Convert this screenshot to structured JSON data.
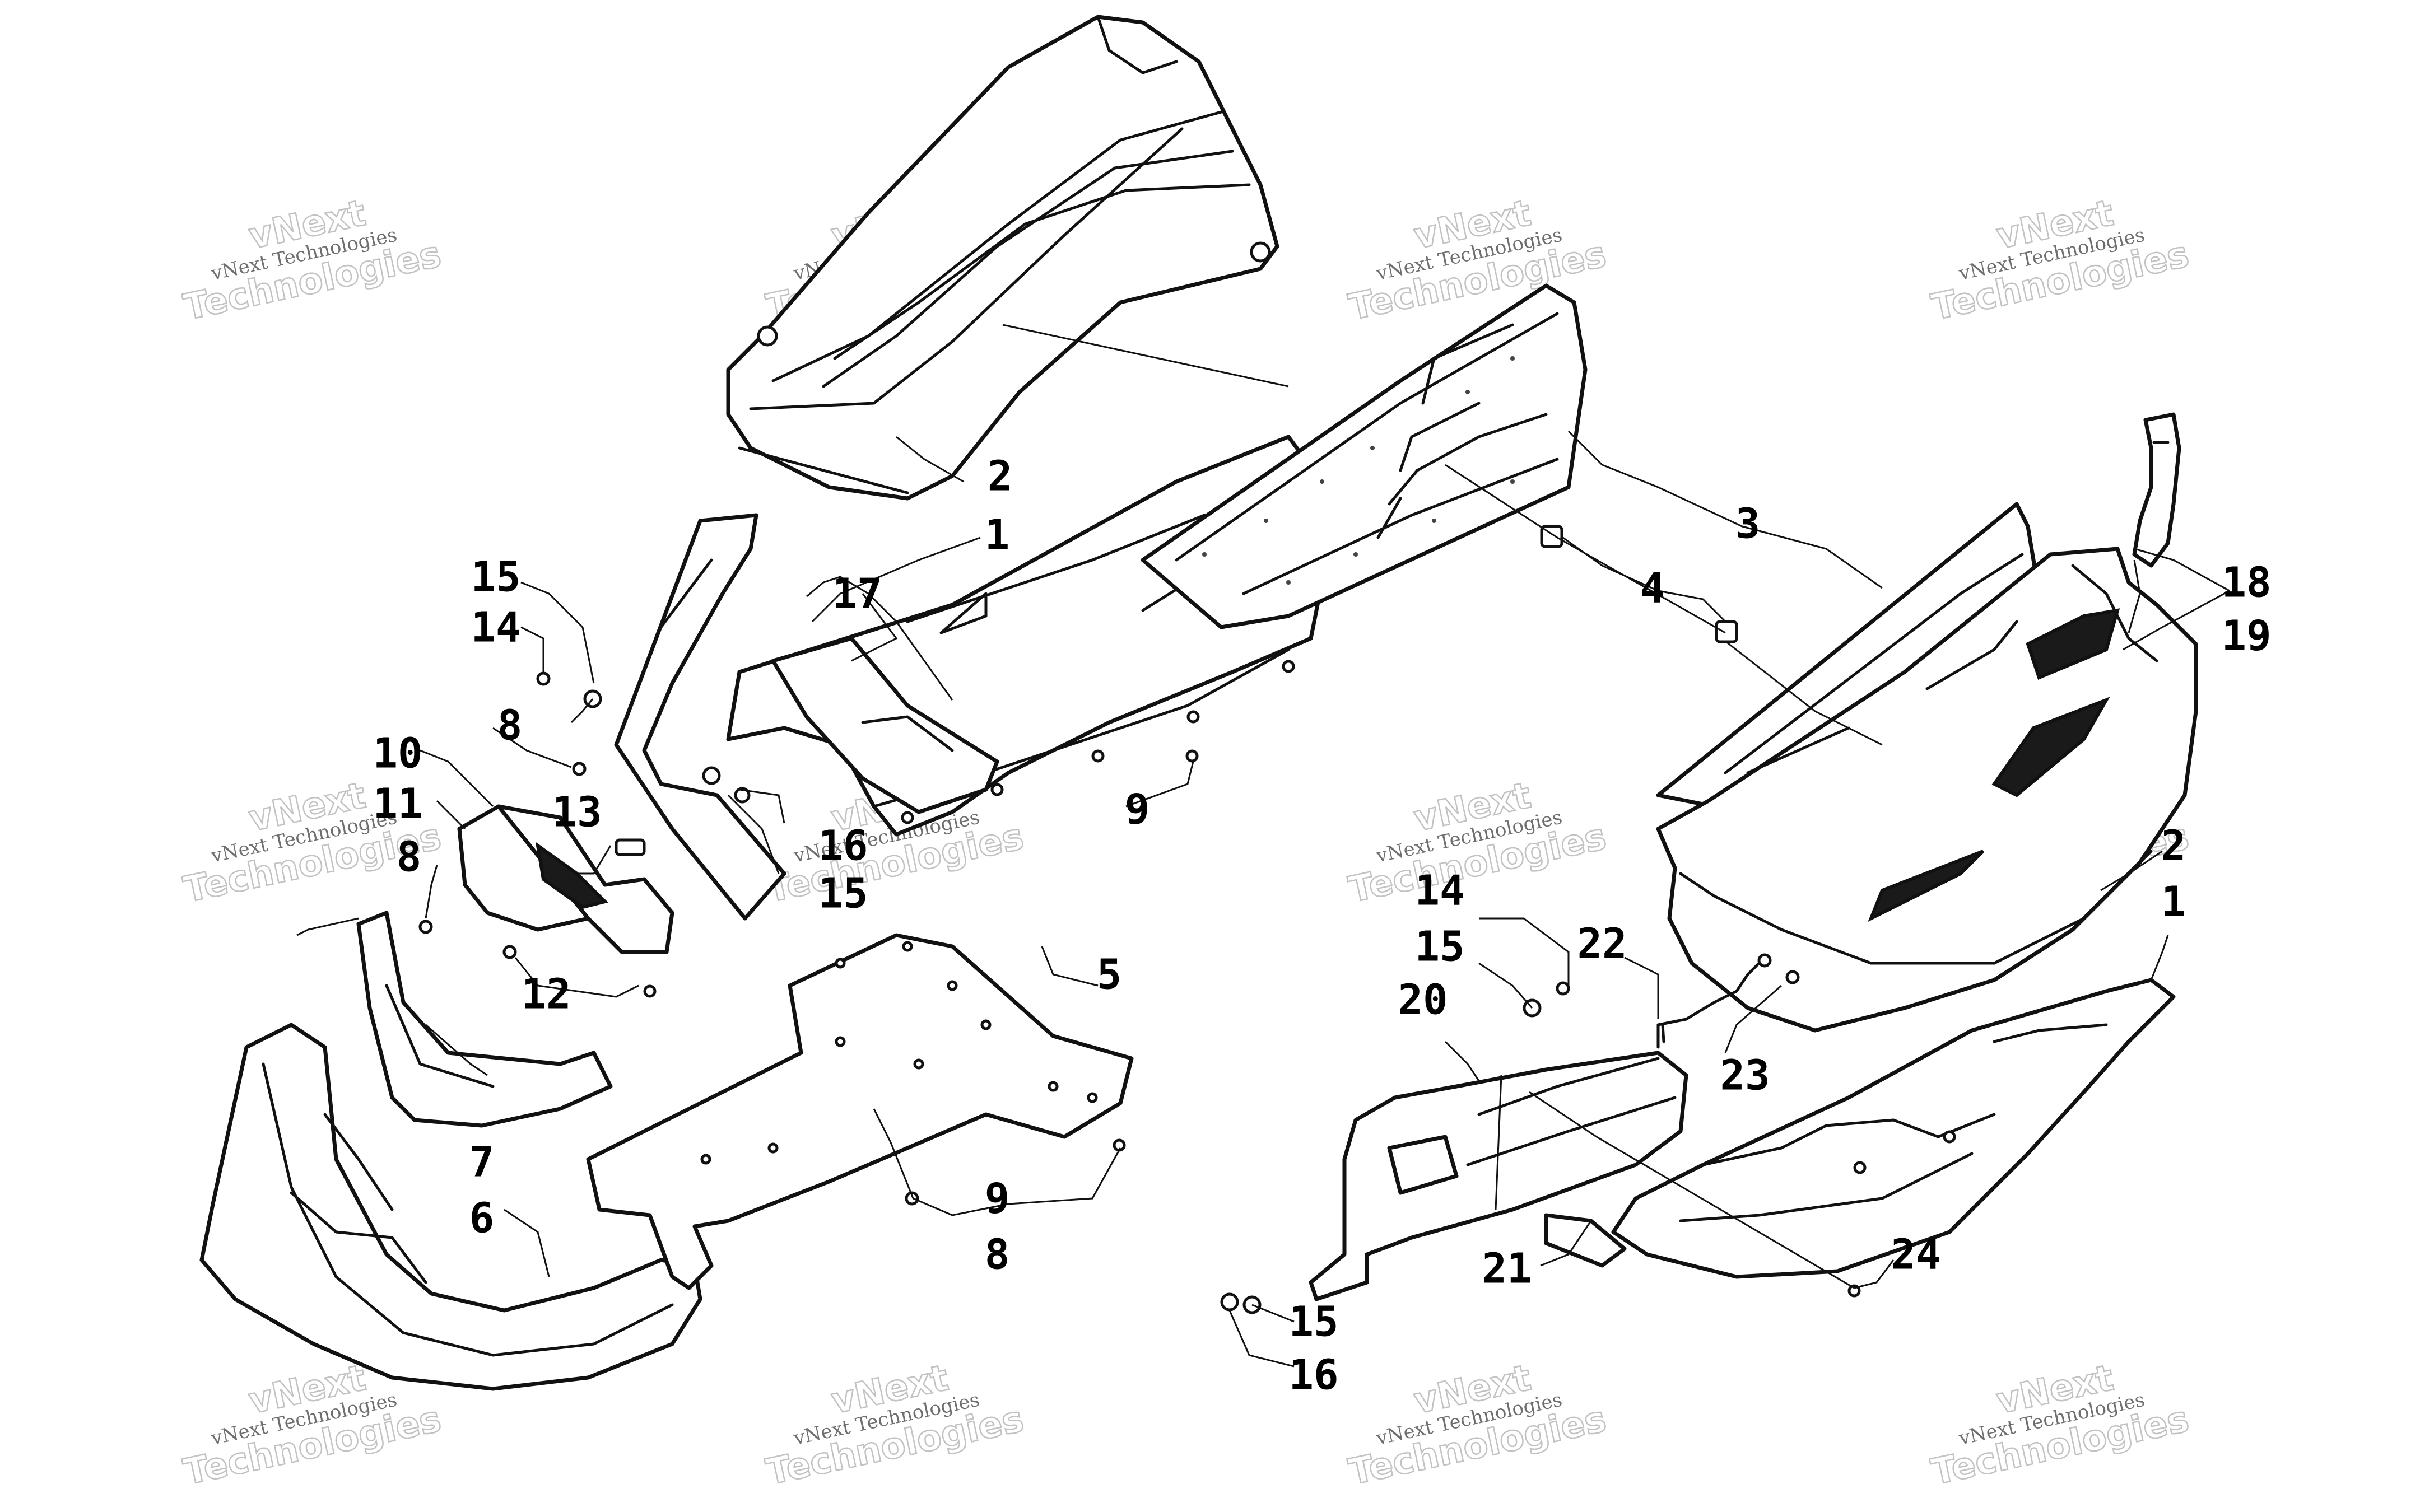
{
  "watermark": {
    "line_small": "vNext Technologies",
    "line_big_top": "vNext",
    "line_big_bottom": "Technologies"
  },
  "callouts": [
    {
      "id": "c1a",
      "label": "1"
    },
    {
      "id": "c2a",
      "label": "2"
    },
    {
      "id": "c3",
      "label": "3"
    },
    {
      "id": "c4",
      "label": "4"
    },
    {
      "id": "c5",
      "label": "5"
    },
    {
      "id": "c6",
      "label": "6"
    },
    {
      "id": "c7",
      "label": "7"
    },
    {
      "id": "c8a",
      "label": "8"
    },
    {
      "id": "c8b",
      "label": "8"
    },
    {
      "id": "c8c",
      "label": "8"
    },
    {
      "id": "c9a",
      "label": "9"
    },
    {
      "id": "c9b",
      "label": "9"
    },
    {
      "id": "c10",
      "label": "10"
    },
    {
      "id": "c11",
      "label": "11"
    },
    {
      "id": "c12",
      "label": "12"
    },
    {
      "id": "c13",
      "label": "13"
    },
    {
      "id": "c14a",
      "label": "14"
    },
    {
      "id": "c15a",
      "label": "15"
    },
    {
      "id": "c15b",
      "label": "15"
    },
    {
      "id": "c16a",
      "label": "16"
    },
    {
      "id": "c17",
      "label": "17"
    },
    {
      "id": "c18",
      "label": "18"
    },
    {
      "id": "c19",
      "label": "19"
    },
    {
      "id": "c2b",
      "label": "2"
    },
    {
      "id": "c1b",
      "label": "1"
    },
    {
      "id": "c14b",
      "label": "14"
    },
    {
      "id": "c15c",
      "label": "15"
    },
    {
      "id": "c20",
      "label": "20"
    },
    {
      "id": "c22",
      "label": "22"
    },
    {
      "id": "c23",
      "label": "23"
    },
    {
      "id": "c21",
      "label": "21"
    },
    {
      "id": "c24",
      "label": "24"
    },
    {
      "id": "c15d",
      "label": "15"
    },
    {
      "id": "c16b",
      "label": "16"
    }
  ]
}
